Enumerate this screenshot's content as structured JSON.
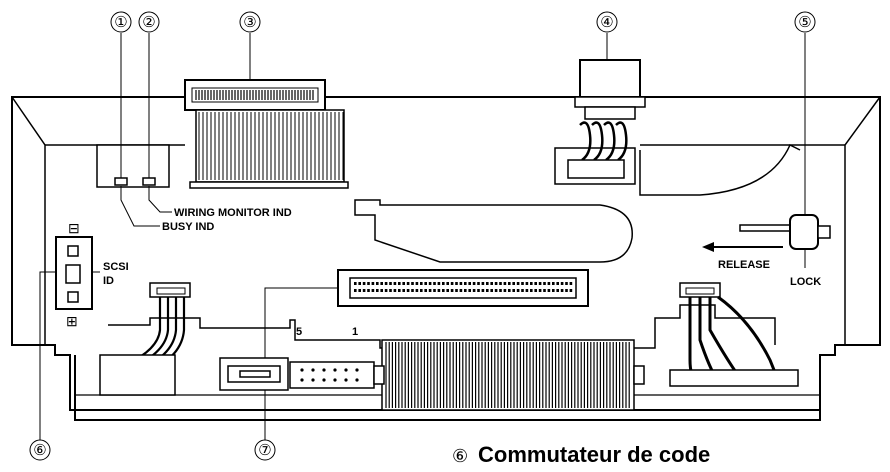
{
  "callouts": {
    "c1": "①",
    "c2": "②",
    "c3": "③",
    "c4": "④",
    "c5": "⑤",
    "c6": "⑥",
    "c7": "⑦"
  },
  "labels": {
    "wiring_monitor_ind": "WIRING MONITOR IND",
    "busy_ind": "BUSY IND",
    "scsi": "SCSI",
    "id": "ID",
    "release": "RELEASE",
    "lock": "LOCK",
    "pin5": "5",
    "pin1": "1",
    "minus": "⊟",
    "plus": "⊞"
  },
  "caption": {
    "number": "⑥",
    "text": "Commutateur de code"
  }
}
